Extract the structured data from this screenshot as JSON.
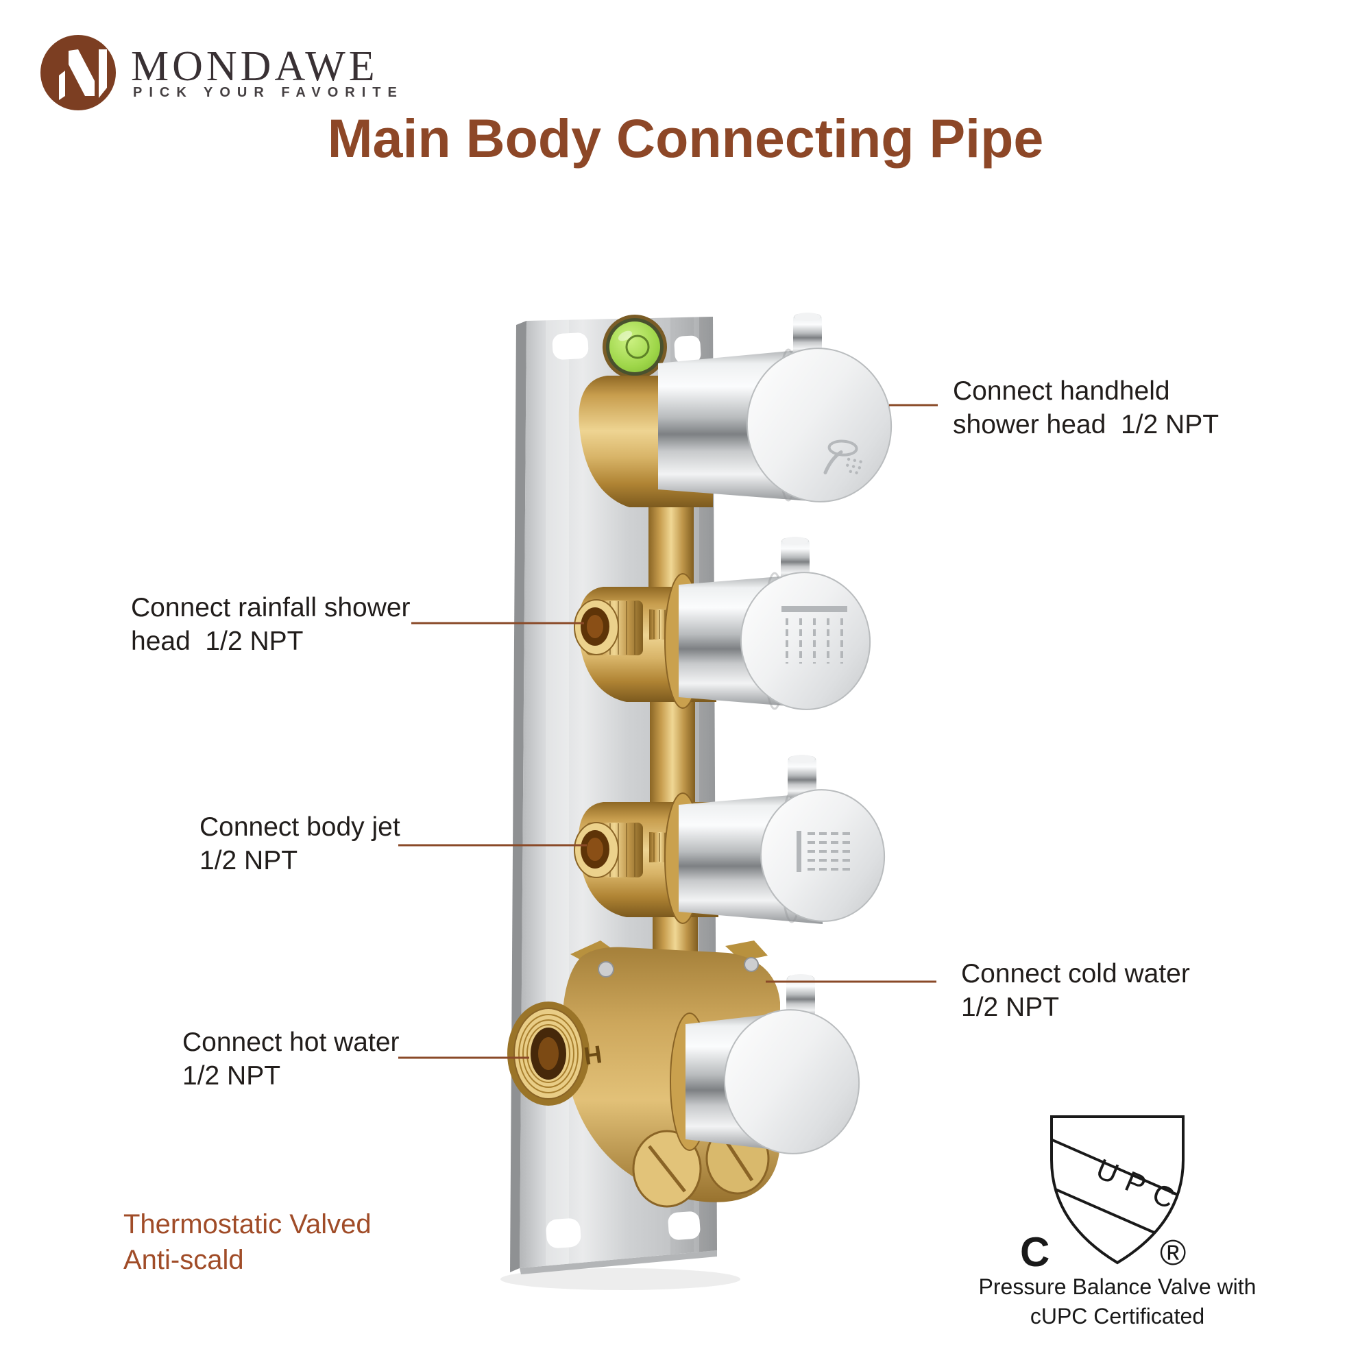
{
  "brand": {
    "name": "MONDAWE",
    "tagline": "PICK YOUR FAVORITE",
    "logo_color": "#7c3e22"
  },
  "title": {
    "text": "Main Body Connecting Pipe",
    "color": "#8d4727"
  },
  "callouts": {
    "handheld": {
      "line1": "Connect handheld",
      "line2": "shower head  1/2 NPT"
    },
    "rainfall": {
      "line1": "Connect rainfall shower",
      "line2": "head  1/2 NPT"
    },
    "body_jet": {
      "line1": "Connect body jet",
      "line2": "1/2 NPT"
    },
    "cold": {
      "line1": "Connect cold water",
      "line2": "1/2 NPT"
    },
    "hot": {
      "line1": "Connect hot water",
      "line2": "1/2 NPT"
    }
  },
  "footnote": {
    "line1": "Thermostatic Valved",
    "line2": "Anti-scald",
    "color": "#a04c28"
  },
  "certification": {
    "shield_letters": [
      "U",
      "P",
      "C"
    ],
    "left_mark": "C",
    "right_mark": "®",
    "caption_line1": "Pressure Balance Valve with",
    "caption_line2": "cUPC Certificated"
  },
  "product": {
    "marking": "H"
  },
  "colors": {
    "accent_line": "#8a4a28",
    "title": "#8d4727",
    "footnote": "#a04c28",
    "brand_circle": "#7c3e22",
    "label_text": "#211d1b"
  }
}
